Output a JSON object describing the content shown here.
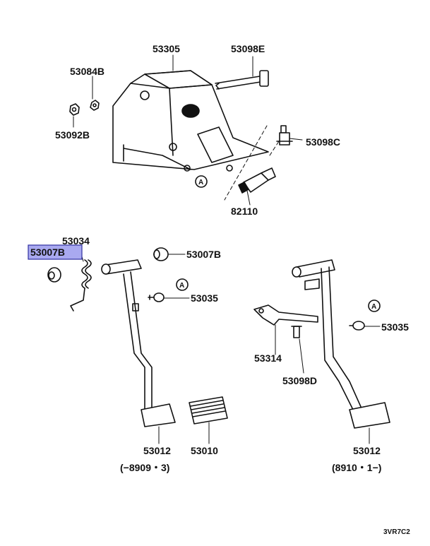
{
  "diagram": {
    "labels": {
      "p53305": "53305",
      "p53098E": "53098E",
      "p53084B": "53084B",
      "p53092B": "53092B",
      "p53098C": "53098C",
      "p82110": "82110",
      "p53034": "53034",
      "p53007B_highlight": "53007B",
      "p53007B_right": "53007B",
      "p53035_left": "53035",
      "p53035_right": "53035",
      "p53314": "53314",
      "p53098D": "53098D",
      "p53012_left": "53012",
      "p53010": "53010",
      "p53012_right": "53012",
      "range_left": "(−8909・3)",
      "range_right": "(8910・1−)",
      "ref_a1": "A",
      "ref_a2": "A",
      "ref_a3": "A",
      "code": "3VR7C2"
    },
    "highlight_color": "#a9a9f0"
  }
}
